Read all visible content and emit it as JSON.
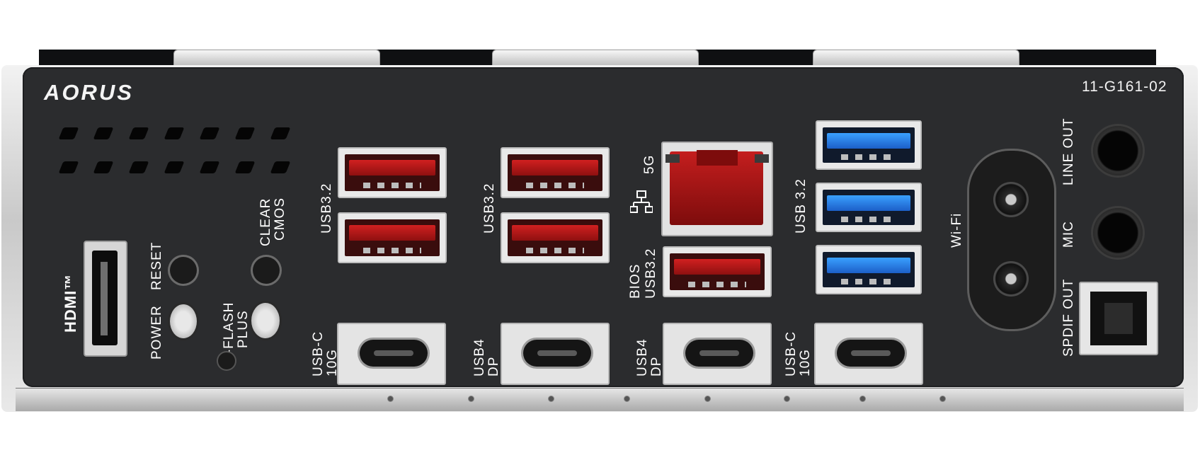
{
  "brand": "AORUS",
  "part_number": "11-G161-02",
  "ports": {
    "hdmi": "HDMI™",
    "reset": "RESET",
    "power": "POWER",
    "clear_cmos": [
      "CLEAR",
      "CMOS"
    ],
    "qflash_plus": [
      "Q-FLASH",
      "PLUS"
    ],
    "usb32_left": "USB3.2",
    "usb32_mid": "USB3.2",
    "lan_speed": "5G",
    "bios_usb": [
      "BIOS",
      "USB3.2"
    ],
    "usb32_right": "USB 3.2",
    "wifi": "Wi-Fi",
    "line_out": "LINE OUT",
    "mic": "MIC",
    "spdif": "SPDIF OUT",
    "usbc_1": [
      "USB-C",
      "10G"
    ],
    "usb4_1": [
      "USB4",
      "DP"
    ],
    "usb4_2": [
      "USB4",
      "DP"
    ],
    "usbc_2": [
      "USB-C",
      "10G"
    ]
  },
  "colors": {
    "plate": "#2b2c2e",
    "usb32_gen2": "#b81818",
    "usb30": "#2f86f0"
  }
}
